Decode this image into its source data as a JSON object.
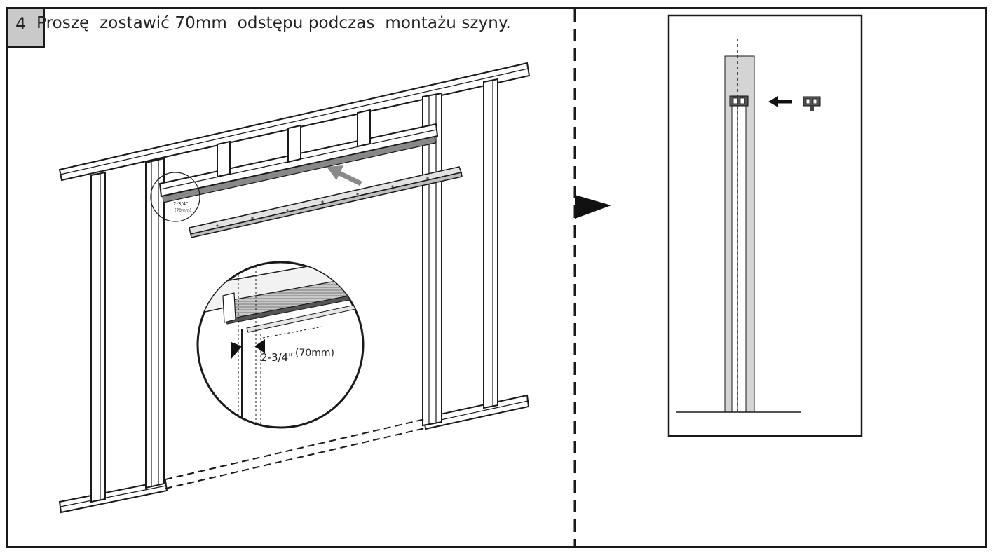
{
  "step": {
    "number": "4",
    "instruction": "Proszę  zostawić 70mm  odstępu podczas  montażu szyny."
  },
  "detail": {
    "dimension_imperial": "2-3/4\"",
    "dimension_metric": "(70mm)",
    "small_dimension_imperial": "2-3/4\"",
    "small_dimension_metric": "(70mm)"
  },
  "colors": {
    "line": "#1a1a1a",
    "panel_fill": "#d4d4d4",
    "step_box": "#c9c9c9",
    "arrow_gray": "#8a8a8a"
  }
}
